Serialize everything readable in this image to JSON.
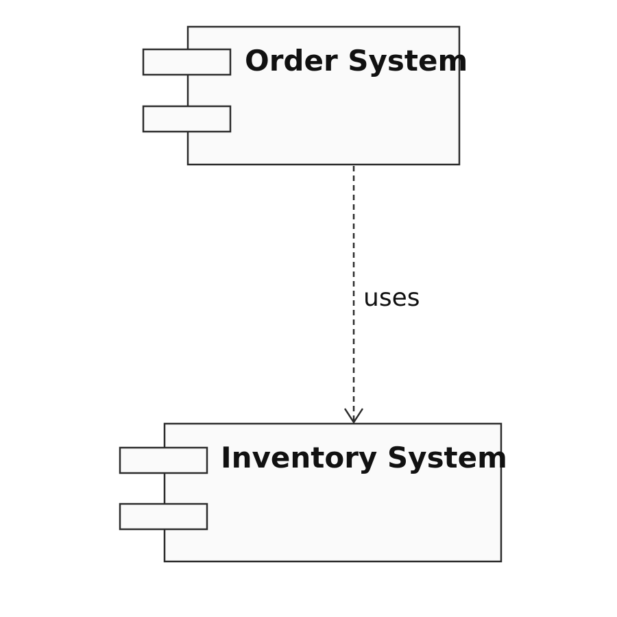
{
  "diagram": {
    "components": [
      {
        "id": "order",
        "label": "Order System"
      },
      {
        "id": "inventory",
        "label": "Inventory System"
      }
    ],
    "dependency": {
      "from": "Order System",
      "to": "Inventory System",
      "label": "uses",
      "line_style": "dashed",
      "arrow": "open"
    },
    "colors": {
      "stroke": "#2b2b2b",
      "fill": "#fafafa",
      "text": "#111111"
    }
  }
}
